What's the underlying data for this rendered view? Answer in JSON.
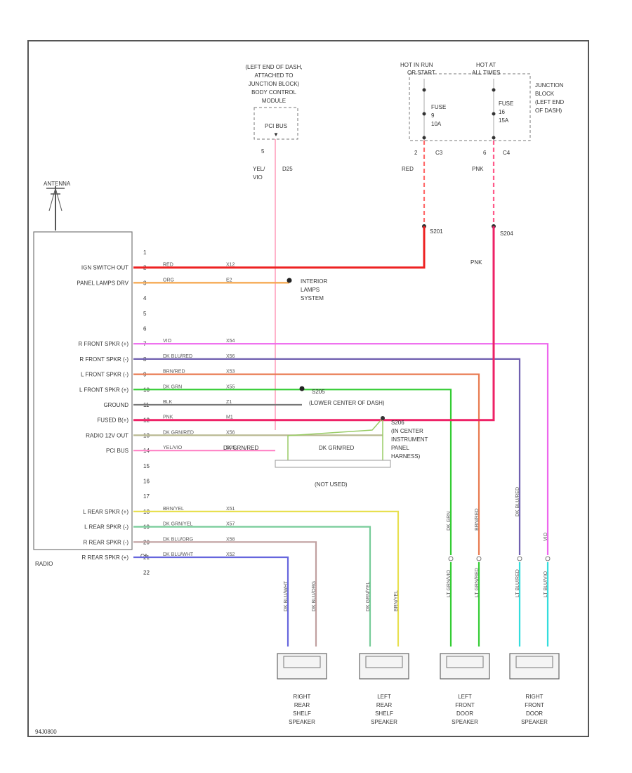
{
  "antenna": "ANTENNA",
  "radio": {
    "name": "RADIO",
    "connector": "C1"
  },
  "top_connector": {
    "location": [
      "(LEFT END OF DASH,",
      "ATTACHED TO",
      "JUNCTION BLOCK)",
      "BODY CONTROL",
      "MODULE"
    ],
    "pin_name": "PCI BUS",
    "pin": "5",
    "color": [
      "YEL/",
      "VIO"
    ],
    "circuit": "D25"
  },
  "junction": {
    "hot_run": [
      "HOT IN RUN",
      "OR START"
    ],
    "hot_at": [
      "HOT AT",
      "ALL TIMES"
    ],
    "fuse1": [
      "FUSE",
      "9",
      "10A"
    ],
    "fuse2": [
      "FUSE",
      "16",
      "15A"
    ],
    "location": [
      "JUNCTION",
      "BLOCK",
      "(LEFT END",
      "OF DASH)"
    ],
    "c3": {
      "pin": "2",
      "conn": "C3",
      "color": "RED"
    },
    "c4": {
      "pin": "6",
      "conn": "C4",
      "color": "PNK"
    },
    "splice1": "S201",
    "splice2": "S204",
    "pnk_label": "PNK"
  },
  "pin_numbers": [
    "1",
    "2",
    "3",
    "4",
    "5",
    "6",
    "7",
    "8",
    "9",
    "10",
    "11",
    "12",
    "13",
    "14",
    "15",
    "16",
    "17",
    "18",
    "19",
    "20",
    "21",
    "22"
  ],
  "pin_labels": [
    {
      "pin": "2",
      "label": "IGN SWITCH OUT"
    },
    {
      "pin": "3",
      "label": "PANEL LAMPS DRV"
    },
    {
      "pin": "7",
      "label": "R FRONT SPKR (+)"
    },
    {
      "pin": "8",
      "label": "R FRONT SPKR (-)"
    },
    {
      "pin": "9",
      "label": "L FRONT SPKR (-)"
    },
    {
      "pin": "10",
      "label": "L FRONT SPKR (+)"
    },
    {
      "pin": "11",
      "label": "GROUND"
    },
    {
      "pin": "12",
      "label": "FUSED B(+)"
    },
    {
      "pin": "13",
      "label": "RADIO 12V OUT"
    },
    {
      "pin": "14",
      "label": "PCI BUS"
    },
    {
      "pin": "18",
      "label": "L REAR SPKR (+)"
    },
    {
      "pin": "19",
      "label": "L REAR SPKR (-)"
    },
    {
      "pin": "20",
      "label": "R REAR SPKR (-)"
    },
    {
      "pin": "21",
      "label": "R REAR SPKR (+)"
    }
  ],
  "wires": [
    {
      "pin": "2",
      "color": "RED",
      "circuit": "X12",
      "hex": "#ee2222"
    },
    {
      "pin": "3",
      "color": "ORG",
      "circuit": "E2",
      "hex": "#f5a54a"
    },
    {
      "pin": "7",
      "color": "VIO",
      "circuit": "X54",
      "hex": "#ee66ee"
    },
    {
      "pin": "8",
      "color": "DK BLU/RED",
      "circuit": "X56",
      "hex": "#7060b0"
    },
    {
      "pin": "9",
      "color": "BRN/RED",
      "circuit": "X53",
      "hex": "#e87a50"
    },
    {
      "pin": "10",
      "color": "DK GRN",
      "circuit": "X55",
      "hex": "#33cc33"
    },
    {
      "pin": "11",
      "color": "BLK",
      "circuit": "Z1",
      "hex": "#777777"
    },
    {
      "pin": "12",
      "color": "PNK",
      "circuit": "M1",
      "hex": "#ee2266"
    },
    {
      "pin": "13",
      "color": "DK GRN/RED",
      "circuit": "X56",
      "hex": "#b8b890"
    },
    {
      "pin": "14",
      "color": "YEL/VIO",
      "circuit": "D25",
      "hex": "#ff88c8"
    },
    {
      "pin": "18",
      "color": "BRN/YEL",
      "circuit": "X51",
      "hex": "#e8e050"
    },
    {
      "pin": "19",
      "color": "DK GRN/YEL",
      "circuit": "X57",
      "hex": "#77cc99"
    },
    {
      "pin": "20",
      "color": "DK BLU/ORG",
      "circuit": "X58",
      "hex": "#c0a0a0"
    },
    {
      "pin": "21",
      "color": "DK BLU/WHT",
      "circuit": "X52",
      "hex": "#6666dd"
    }
  ],
  "ground_label": "S205",
  "ground_location": "(LOWER CENTER OF DASH)",
  "interior_lamps": [
    "INTERIOR",
    "LAMPS",
    "SYSTEM"
  ],
  "s206": {
    "label": "S206",
    "location": [
      "(IN CENTER",
      "INSTRUMENT",
      "PANEL",
      "HARNESS)"
    ]
  },
  "s206_labels": [
    "DK GRN/RED",
    "DK GRN/RED"
  ],
  "amp_label": "(NOT USED)",
  "speaker_wires": {
    "rear_right": [
      "DK BLU/WHT",
      "DK BLU/ORG"
    ],
    "rear_left": [
      "DK GRN/YEL",
      "BRN/YEL"
    ],
    "front_left": [
      "DK GRN",
      "BRN/RED"
    ],
    "front_right": [
      "DK BLU/RED",
      "VIO"
    ],
    "front_left_lower": [
      "LT GRN/VIO",
      "LT GRN/RED"
    ],
    "front_right_lower": [
      "LT BLU/RED",
      "LT BLU/VIO"
    ]
  },
  "speakers": [
    {
      "name": [
        "RIGHT",
        "REAR",
        "SHELF",
        "SPEAKER"
      ]
    },
    {
      "name": [
        "LEFT",
        "REAR",
        "SHELF",
        "SPEAKER"
      ]
    },
    {
      "name": [
        "LEFT",
        "FRONT",
        "DOOR",
        "SPEAKER"
      ]
    },
    {
      "name": [
        "RIGHT",
        "FRONT",
        "DOOR",
        "SPEAKER"
      ]
    }
  ],
  "figure_id": "94J0800"
}
